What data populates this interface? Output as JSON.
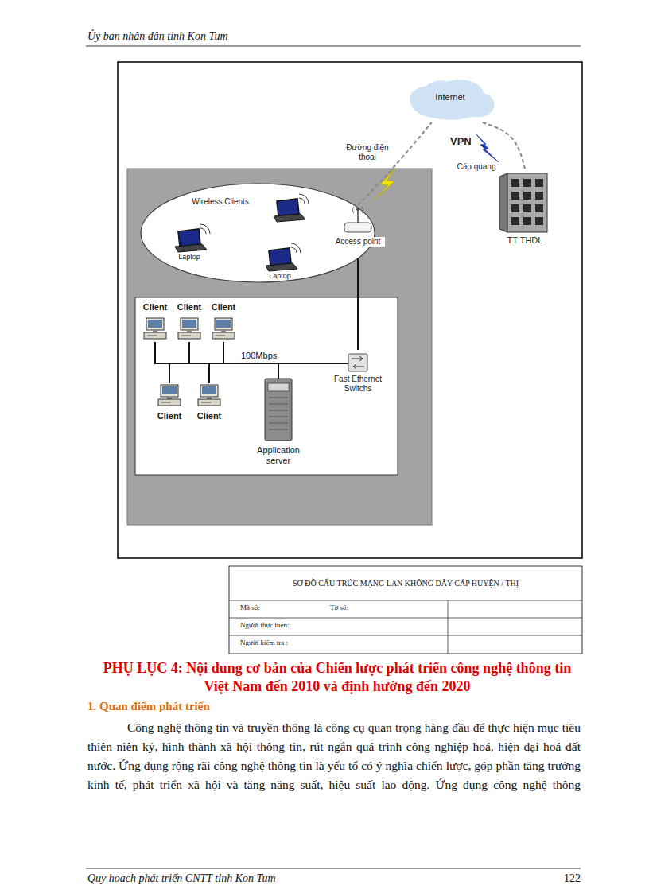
{
  "diagram": {
    "title": "SƠ ĐỒ CẤU TRÚC MẠNG LAN KHÔNG DÂY CÁP HUYỆN / THỊ",
    "nodes": [
      {
        "text": [
          "Internet"
        ]
      },
      {
        "text": [
          "Wireless Clients"
        ]
      },
      {
        "text": [
          "Laptop"
        ],
        "in": 1
      },
      {
        "text": [
          "Laptop"
        ],
        "in": 1
      },
      {
        "text": [
          "Access point"
        ]
      },
      {
        "text": [
          "TT THDL"
        ]
      },
      {
        "text": [
          "Client"
        ]
      },
      {
        "text": [
          "Client"
        ]
      },
      {
        "text": [
          "Client"
        ]
      },
      {
        "text": [
          "Fast Ethernet Switchs"
        ]
      },
      {
        "text": [
          "Client"
        ]
      },
      {
        "text": [
          "Client"
        ]
      },
      {
        "text": [
          "Application server"
        ]
      }
    ],
    "edges": [
      {
        "from": 6,
        "to": 9,
        "arrow": "none"
      },
      {
        "from": 7,
        "to": 9,
        "arrow": "none"
      },
      {
        "from": 8,
        "to": 9,
        "arrow": "none"
      },
      {
        "from": 10,
        "to": 9,
        "arrow": "none"
      },
      {
        "from": 11,
        "to": 9,
        "arrow": "none"
      },
      {
        "from": 12,
        "to": 9,
        "arrow": "none"
      },
      {
        "from": 4,
        "to": 9,
        "arrow": "none"
      },
      {
        "from": 4,
        "to": 0,
        "label": "Đường điện thoại",
        "arrow": "none"
      },
      {
        "from": 0,
        "to": 5,
        "label": "Cáp quang",
        "arrow": "none"
      }
    ],
    "labels": [
      "Ủy ban nhân dân tỉnh Kon Tum",
      "VPN",
      "100Mbps",
      "Mã số:",
      "Tờ số:",
      "Người thực hiện:",
      "Người kiểm tra :",
      "PHỤ LỤC 4: Nội dung cơ bản của Chiến lược phát triển công nghệ thông tin Việt Nam đến 2010 và định hướng đến 2020",
      "1. Quan điểm phát triển",
      "Công nghệ thông tin và truyền thông là công cụ quan trọng hàng đầu để thực hiện mục tiêu thiên niên kỷ, hình thành xã hội thông tin, rút ngắn quá trình công nghiệp hoá, hiện đại hoá đất nước. Ứng dụng rộng rãi công nghệ thông tin là yếu tố có ý nghĩa chiến lược, góp phần tăng trưởng kinh tế, phát triển xã hội và tăng năng suất, hiệu suất lao động. Ứng dụng công nghệ thông",
      "Quy hoạch phát triển CNTT tỉnh Kon Tum",
      "122"
    ]
  }
}
